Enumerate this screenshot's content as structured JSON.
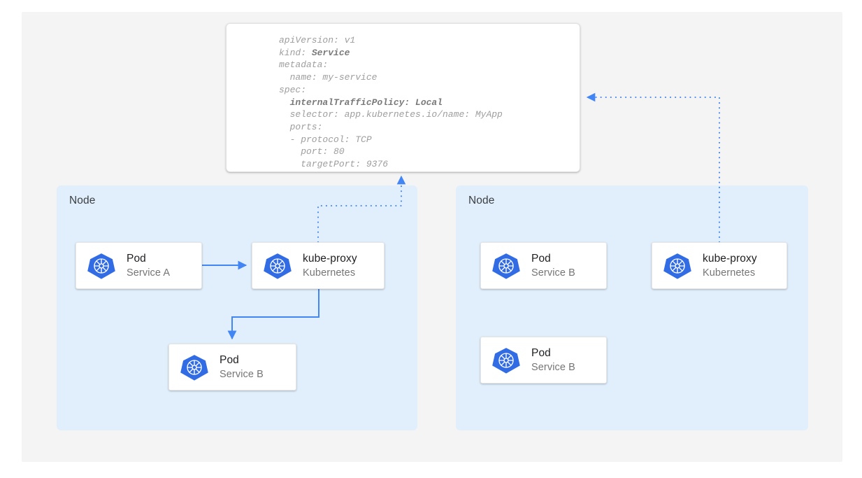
{
  "colors": {
    "page_background": "#ffffff",
    "panel_background": "#f4f4f4",
    "node_background": "#e1effc",
    "card_background": "#ffffff",
    "accent_blue": "#4285f4",
    "k8s_logo_blue": "#326ce5",
    "title_text": "#202124",
    "subtitle_text": "#757575",
    "yaml_text": "#9e9e9e",
    "yaml_text_strong": "#7a7a7a"
  },
  "manifest": {
    "name": "service-yaml-manifest",
    "lines": [
      {
        "text": "apiVersion: v1",
        "strong": false
      },
      {
        "text": "kind: ",
        "strong_suffix": "Service"
      },
      {
        "text": "metadata:",
        "strong": false
      },
      {
        "text": "  name: my-service",
        "strong": false
      },
      {
        "text": "spec:",
        "strong": false
      },
      {
        "text": "  internalTrafficPolicy: Local",
        "strong": true
      },
      {
        "text": "  selector: app.kubernetes.io/name: MyApp",
        "strong": false
      },
      {
        "text": "  ports:",
        "strong": false
      },
      {
        "text": "  - protocol: TCP",
        "strong": false
      },
      {
        "text": "    port: 80",
        "strong": false
      },
      {
        "text": "    targetPort: 9376",
        "strong": false
      }
    ]
  },
  "nodes": [
    {
      "id": "node-left",
      "label": "Node",
      "cards": [
        {
          "id": "card-pod-a",
          "title": "Pod",
          "subtitle": "Service A",
          "icon": "kubernetes-logo-icon"
        },
        {
          "id": "card-kubeproxy-l",
          "title": "kube-proxy",
          "subtitle": "Kubernetes",
          "icon": "kubernetes-logo-icon"
        },
        {
          "id": "card-pod-b-l",
          "title": "Pod",
          "subtitle": "Service B",
          "icon": "kubernetes-logo-icon"
        }
      ]
    },
    {
      "id": "node-right",
      "label": "Node",
      "cards": [
        {
          "id": "card-pod-b-r1",
          "title": "Pod",
          "subtitle": "Service B",
          "icon": "kubernetes-logo-icon"
        },
        {
          "id": "card-kubeproxy-r",
          "title": "kube-proxy",
          "subtitle": "Kubernetes",
          "icon": "kubernetes-logo-icon"
        },
        {
          "id": "card-pod-b-r2",
          "title": "Pod",
          "subtitle": "Service B",
          "icon": "kubernetes-logo-icon"
        }
      ]
    }
  ],
  "connectors": [
    {
      "name": "pod-a-to-kube-proxy",
      "style": "solid",
      "from": "card-pod-a",
      "to": "card-kubeproxy-l"
    },
    {
      "name": "kube-proxy-to-pod-b-local",
      "style": "solid",
      "from": "card-kubeproxy-l",
      "to": "card-pod-b-l"
    },
    {
      "name": "kube-proxy-left-to-service",
      "style": "dotted",
      "from": "card-kubeproxy-l",
      "to": "service-yaml-manifest"
    },
    {
      "name": "kube-proxy-right-to-service",
      "style": "dotted",
      "from": "card-kubeproxy-r",
      "to": "service-yaml-manifest"
    }
  ]
}
